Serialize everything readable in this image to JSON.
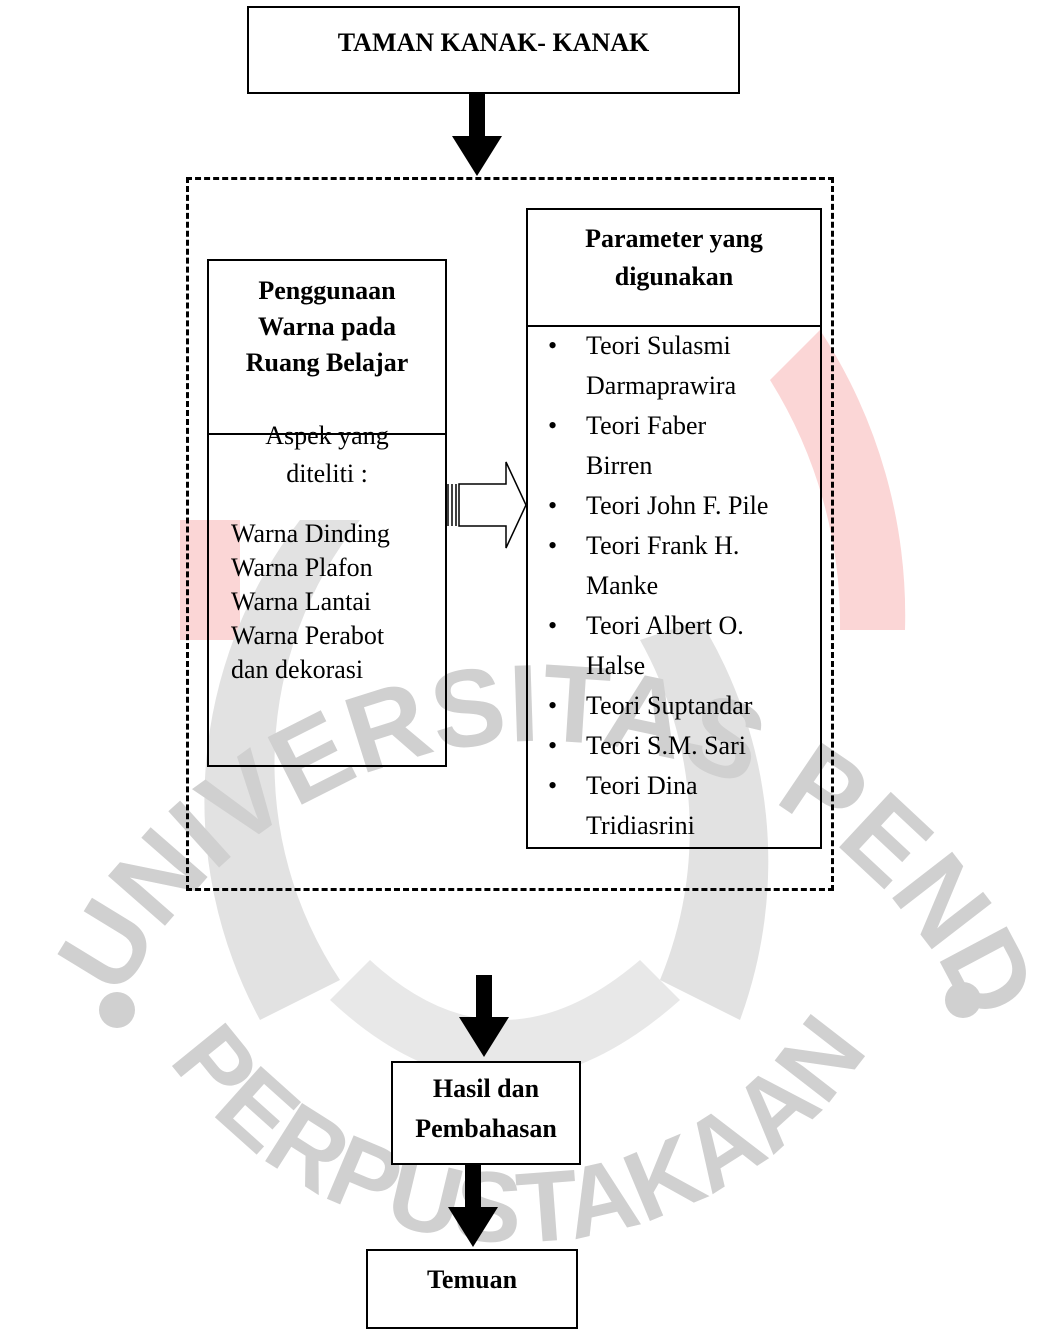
{
  "watermark": {
    "arc_text": "UNIVERSITAS PENDIDIKAN INDONESIA",
    "bottom_text": "PERPUSTAKAAN",
    "gray_color": "#d0d0d0",
    "red_color": "#fbd6d6"
  },
  "top": {
    "title": "TAMAN KANAK- KANAK"
  },
  "left_box": {
    "title_lines": [
      "Penggunaan",
      "Warna pada",
      "Ruang Belajar"
    ],
    "aspek_lines": [
      "Aspek yang",
      "diteliti :"
    ],
    "items": [
      "Warna Dinding",
      "Warna Plafon",
      "Warna Lantai",
      "Warna Perabot",
      "dan dekorasi"
    ]
  },
  "right_box": {
    "title_lines": [
      "Parameter yang",
      "digunakan"
    ],
    "bullet": "•",
    "theories": [
      [
        "Teori Sulasmi",
        "Darmaprawira"
      ],
      [
        "Teori Faber",
        "Birren"
      ],
      [
        "Teori John F. Pile"
      ],
      [
        "Teori Frank H.",
        "Manke"
      ],
      [
        "Teori Albert O.",
        "Halse"
      ],
      [
        "Teori Suptandar"
      ],
      [
        "Teori S.M. Sari"
      ],
      [
        "Teori Dina",
        "Tridiasrini"
      ]
    ]
  },
  "hasil": {
    "lines": [
      "Hasil dan",
      "Pembahasan"
    ]
  },
  "temuan": {
    "label": "Temuan"
  }
}
